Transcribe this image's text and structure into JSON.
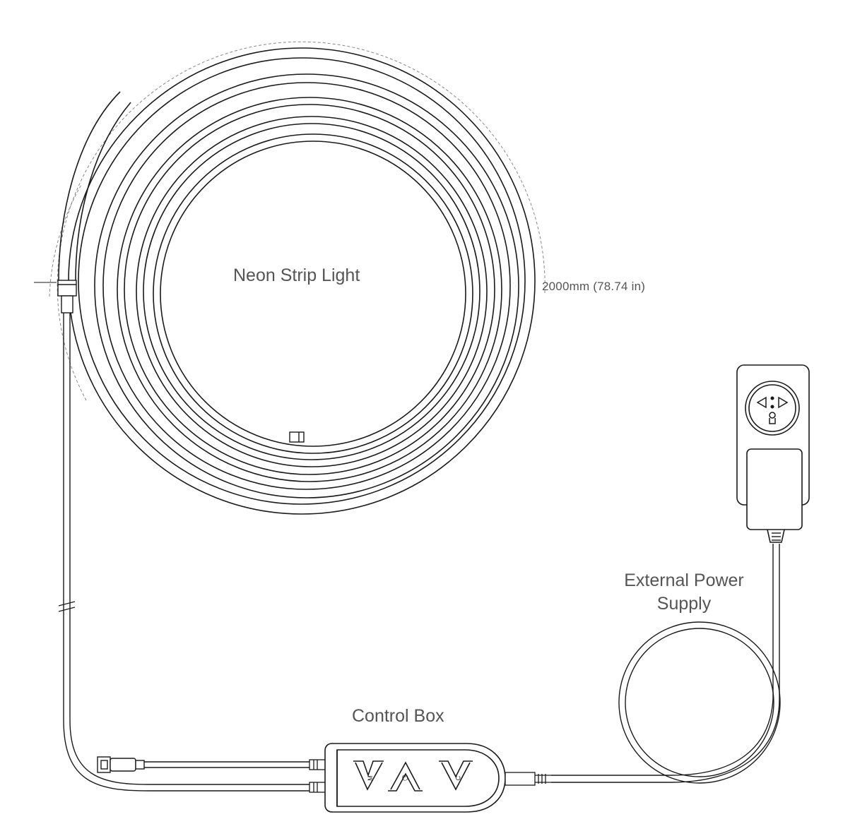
{
  "labels": {
    "strip": "Neon Strip Light",
    "length": "2000mm (78.74 in)",
    "power_line1": "External Power",
    "power_line2": "Supply",
    "control": "Control Box"
  },
  "buttons": {
    "mode": "M",
    "power": "⏻",
    "color": "C"
  },
  "colors": {
    "line": "#1a1a1a",
    "text": "#555555",
    "dashed": "#888888"
  }
}
